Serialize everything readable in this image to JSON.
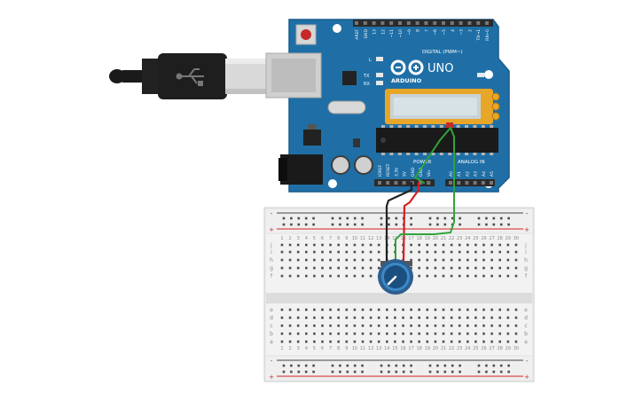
{
  "board": {
    "brand": "ARDUINO",
    "model": "UNO",
    "digital_label": "DIGITAL (PWM~)",
    "power_label": "POWER",
    "analog_label": "ANALOG IN",
    "on_label": "ON",
    "l_label": "L",
    "tx_label": "TX",
    "rx_label": "RX",
    "top_pins": [
      "AREF",
      "GND",
      "13",
      "12",
      "~11",
      "~10",
      "~9",
      "8",
      "7",
      "~6",
      "~5",
      "4",
      "~3",
      "2",
      "TX→1",
      "RX←0"
    ],
    "power_pins": [
      "IOREF",
      "RESET",
      "3.3V",
      "5V",
      "GND",
      "GND",
      "Vin"
    ],
    "analog_pins": [
      "A0",
      "A1",
      "A2",
      "A3",
      "A4",
      "A5"
    ],
    "colors": {
      "pcb": "#1f6fa6",
      "header": "#2b2b2b",
      "accent": "#e8a628"
    }
  },
  "breadboard": {
    "columns": [
      "1",
      "2",
      "3",
      "4",
      "5",
      "6",
      "7",
      "8",
      "9",
      "10",
      "11",
      "12",
      "13",
      "14",
      "15",
      "16",
      "17",
      "18",
      "19",
      "20",
      "21",
      "22",
      "23",
      "24",
      "25",
      "26",
      "27",
      "28",
      "29",
      "30"
    ],
    "rows_top": [
      "j",
      "i",
      "h",
      "g",
      "f"
    ],
    "rows_bottom": [
      "e",
      "d",
      "c",
      "b",
      "a"
    ],
    "rail_plus": "+",
    "rail_minus": "-"
  },
  "wires": {
    "colors": {
      "ground": "#222222",
      "power": "#d42020",
      "signal": "#2fa43a"
    }
  }
}
